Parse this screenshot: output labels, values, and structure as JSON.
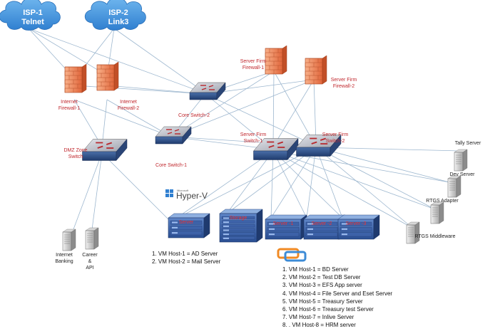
{
  "clouds": [
    {
      "id": "isp1",
      "line1": "ISP-1",
      "line2": "Telnet"
    },
    {
      "id": "isp2",
      "line1": "ISP-2",
      "line2": "Link3"
    }
  ],
  "firewalls": [
    {
      "id": "fw-internet-1",
      "line1": "Internet",
      "line2": "Firewall-1"
    },
    {
      "id": "fw-internet-2",
      "line1": "Internet",
      "line2": "Firewall-2"
    },
    {
      "id": "fw-server-1",
      "line1": "Server Firm",
      "line2": "Firewall-1"
    },
    {
      "id": "fw-server-2",
      "line1": "Server Firm",
      "line2": "Firewall-2"
    }
  ],
  "switches": [
    {
      "id": "core-2",
      "line1": "Core Switch-2",
      "line2": ""
    },
    {
      "id": "core-1",
      "line1": "Core Switch-1",
      "line2": ""
    },
    {
      "id": "dmz",
      "line1": "DMZ Zone",
      "line2": "Switch"
    },
    {
      "id": "sf-1",
      "line1": "Server Firm",
      "line2": "Switch-1"
    },
    {
      "id": "sf-2",
      "line1": "Server Firm",
      "line2": "Switch-2"
    }
  ],
  "right_servers": [
    {
      "id": "tally",
      "label": "Tally Server"
    },
    {
      "id": "dev",
      "label": "Dev Server"
    },
    {
      "id": "rtgs-adapter",
      "label": "RTGS Adapter"
    },
    {
      "id": "rtgs-mw",
      "label": "RTGS Middleware"
    }
  ],
  "dmz_hosts": [
    {
      "id": "ib",
      "lines": [
        "Internet",
        "Banking"
      ]
    },
    {
      "id": "career",
      "lines": [
        "Career",
        "&",
        "API"
      ]
    }
  ],
  "rack_servers": [
    {
      "id": "server",
      "label": "Server"
    },
    {
      "id": "storage",
      "label": "Storage"
    },
    {
      "id": "server-1",
      "label": "Server -1"
    },
    {
      "id": "server-2",
      "label": "Server -2"
    },
    {
      "id": "server-3",
      "label": "Server -3"
    }
  ],
  "hyperv": {
    "brand": "Microsoft",
    "product": "Hyper-V"
  },
  "hyperv_list": [
    "1. VM Host-1 = AD Server",
    "2. VM Host-2 = Mail Server"
  ],
  "vmware_list": [
    "1. VM Host-1 = BD Server",
    "2. VM Host-2 = Test DB Server",
    "3. VM Host-3 = EFS App server",
    "4. VM Host-4 = File Server and  Eset Server",
    "5. VM Host-5 = Treasury Server",
    "6. VM Host-6 = Treasury test Server",
    "7. VM Host-7 = Inlive Server",
    "8. . VM Host-8   = HRM server"
  ]
}
